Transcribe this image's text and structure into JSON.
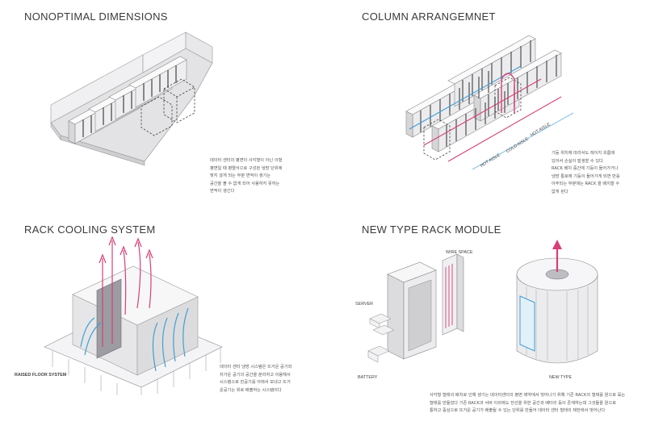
{
  "panels": [
    {
      "title": "NONOPTIMAL DIMENSIONS",
      "note": "데이터 센터의 평면이 사각형이 아닌 이형\n평면일 때 병렬식으로 구성된 냉방 단위에\n맞지 않게 되는 부분 면적이 생기는\n공간을 볼 수 없게 되어 사용하지 못하는\n면적이 생긴다"
    },
    {
      "title": "COLUMN ARRANGEMNET",
      "note": "기둥 위치에 따라서도 레이지 흐름에\n있어서 손실이 발생할 수 있다\nRACK 배치 중간에 기둥이 들어가거나\n냉방 통로에 기둥이 들어가게 되면 반응\n아주되는 부분에는 RACK 을 배치할 수\n없게 된다",
      "labels": {
        "hot_aisle_1": "HOT AISLE",
        "cold_aisle": "COLD AISLE",
        "hot_aisle_2": "HOT AISLE"
      }
    },
    {
      "title": "RACK COOLING SYSTEM",
      "note": "데이터 센터 냉방 시스템은 뜨거운 공기와\n차가운 공기의 공간을 분리하고 이용해서\n시스템으로 한공기를 아래서 보내고 뜨거\n운공기는 위로 배출하는 시스템이다",
      "labels": {
        "raised_floor": "RAISED FLOOR SYSTEM"
      }
    },
    {
      "title": "NEW TYPE RACK MODULE",
      "note": "사각형 형태의 배치로 인해 생기는 데이터센터의 평면 제약에서 벗어나기 위해 기존 RACK의 형태를 원으로 묶는\n형태를 만들었다 기존 RACK과 서버 이외에도 전선을 위한 공간과 배터리 등이 존재하는데 그것들을 원으로\n통하고 중심으로 뜨거운 공기가 배출될 수 있는 단위를 만들어 데이터 센터 형태의 제한에서 벗어난다",
      "labels": {
        "wire_space": "WIRE SPACE",
        "server": "SERVER",
        "battery": "BATTERY",
        "new_type": "NEW TYPE"
      }
    }
  ],
  "colors": {
    "hot": "#d63f77",
    "cold": "#3f9fd6",
    "line": "#8f8f8f",
    "dashed": "#3d3d3d"
  }
}
